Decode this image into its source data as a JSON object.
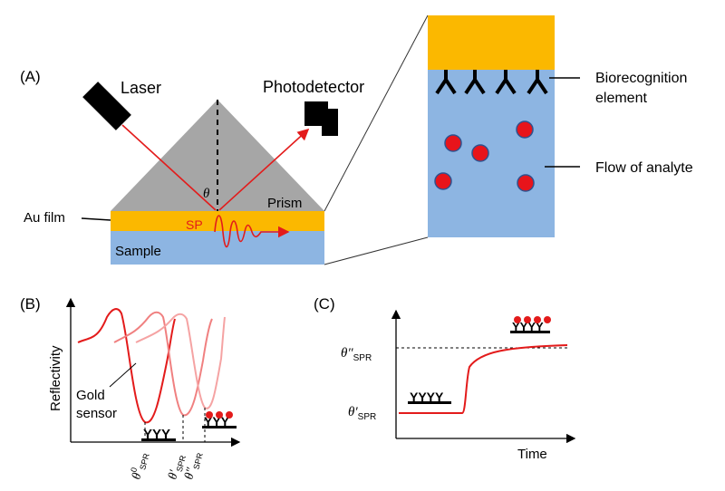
{
  "panel_a": {
    "panel_label": "(A)",
    "laser_label": "Laser",
    "photodetector_label": "Photodetector",
    "prism_label": "Prism",
    "theta_label": "θ",
    "au_film_label": "Au film",
    "sp_label": "SP",
    "sample_label": "Sample"
  },
  "inset": {
    "biorecognition_label_line1": "Biorecognition",
    "biorecognition_label_line2": "element",
    "flow_label": "Flow of analyte"
  },
  "panel_b": {
    "panel_label": "(B)",
    "ylabel": "Reflectivity",
    "gold_label_line1": "Gold",
    "gold_label_line2": "sensor",
    "tick_theta0": "θ",
    "tick_theta0_sup": "0",
    "tick_theta1": "θ′",
    "tick_theta2": "θ″",
    "tick_sub": "SPR"
  },
  "panel_c": {
    "panel_label": "(C)",
    "xlabel": "Time",
    "theta_high": "θ″",
    "theta_low": "θ′",
    "sub": "SPR"
  },
  "colors": {
    "gold": "#FBB800",
    "blue": "#8DB5E2",
    "prism": "#A6A6A6",
    "red": "#E31B1B",
    "light_red": "#F08080"
  }
}
